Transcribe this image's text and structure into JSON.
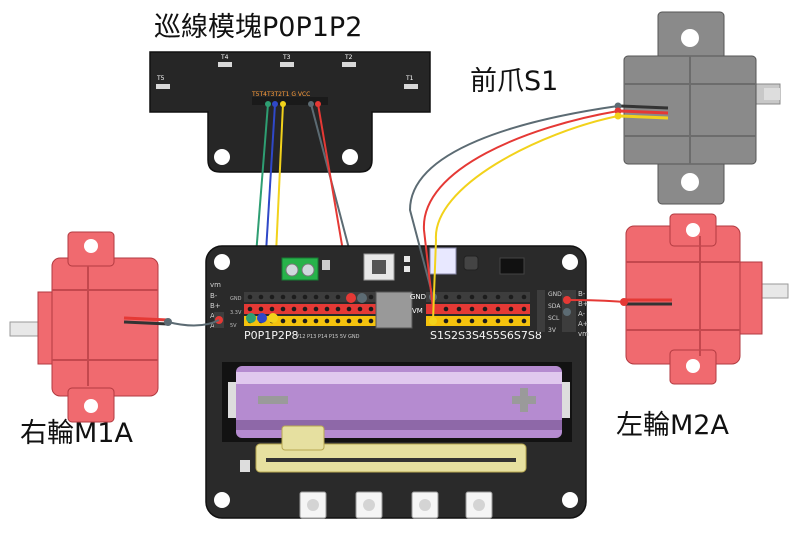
{
  "labels": {
    "line_sensor": "巡線模塊P0P1P2",
    "front_claw": "前爪S1",
    "right_wheel": "右輪M1A",
    "left_wheel": "左輪M2A"
  },
  "sensor": {
    "top_pins": [
      "T4",
      "T3",
      "T2"
    ],
    "side_pins": [
      "T5",
      "T1"
    ],
    "header_labels": "T5T4T3T2T1 G VCC"
  },
  "board": {
    "left_motor_labels": [
      "vm",
      "B-",
      "B+",
      "A-",
      "A+"
    ],
    "left_power_labels": [
      "GND",
      "3.3V",
      "5V"
    ],
    "p_pins": "P0P1P2P8",
    "p_pins_small": "P12  P13  P14  P15   5V  GND",
    "servo_gnd": "GND",
    "servo_vm": "VM",
    "servo_pins": "S1S2S3S4S5S6S7S8",
    "i2c_labels": [
      "GND",
      "SDA",
      "SCL",
      "3V"
    ],
    "right_motor_labels": [
      "B-",
      "B+",
      "A-",
      "A+",
      "vm"
    ]
  },
  "colors": {
    "board": "#2a2a2a",
    "wheel": "#f06a6f",
    "servo": "#8a8a8a",
    "battery": "#b58bd0",
    "wire_red": "#e53935",
    "wire_yellow": "#f2d21b",
    "wire_green": "#2e9e72",
    "wire_blue": "#2f48c8",
    "wire_gray": "#5c6b73",
    "pin_red": "#e53935",
    "pin_yellow": "#f4c20d"
  }
}
